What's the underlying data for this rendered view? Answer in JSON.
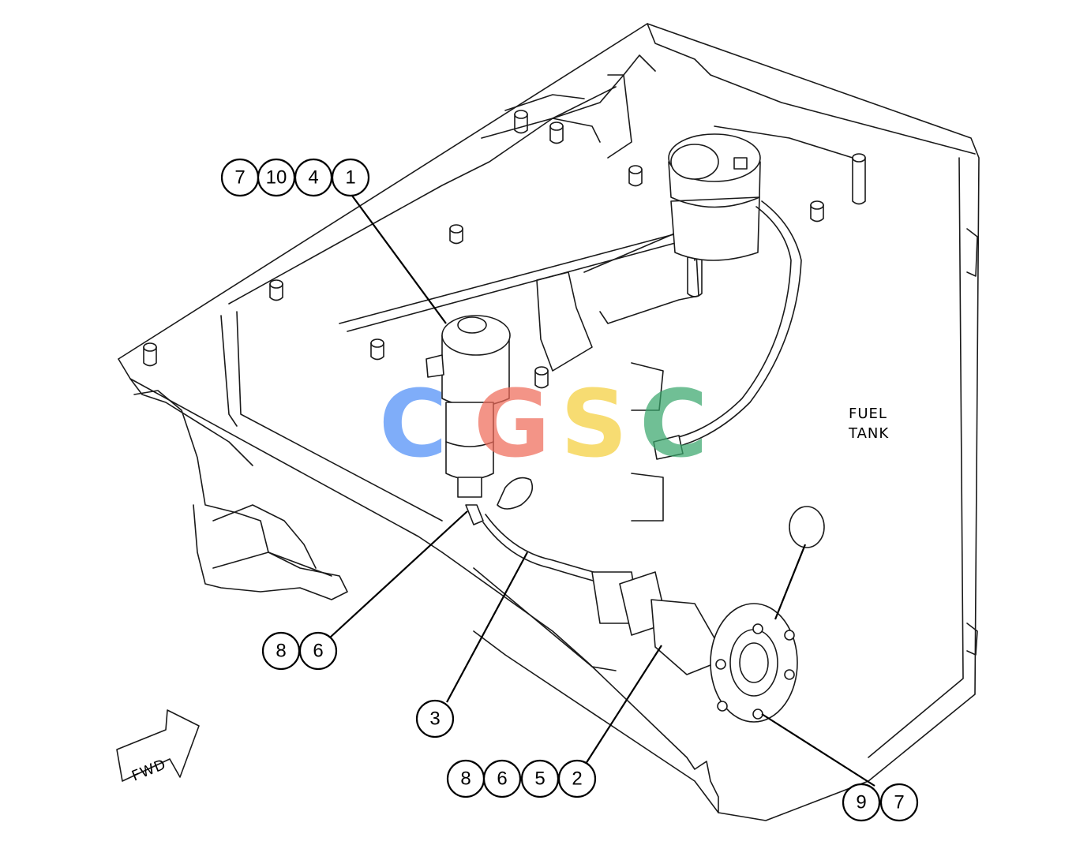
{
  "diagram": {
    "area_label_line1": "FUEL",
    "area_label_line2": "TANK",
    "direction_label": "FWD"
  },
  "callouts": [
    {
      "group": "filter",
      "numbers": [
        "7",
        "10",
        "4",
        "1"
      ]
    },
    {
      "group": "fitting",
      "numbers": [
        "8",
        "6"
      ]
    },
    {
      "group": "hose",
      "numbers": [
        "3"
      ]
    },
    {
      "group": "sender",
      "numbers": [
        "8",
        "6",
        "5",
        "2"
      ]
    },
    {
      "group": "bolts",
      "numbers": [
        "9",
        "7"
      ]
    }
  ],
  "watermark": {
    "letters": [
      "C",
      "G",
      "S",
      "C"
    ],
    "colors": [
      "#4f8ef7",
      "#ef6b5a",
      "#f5cf3c",
      "#3aa76d"
    ]
  }
}
